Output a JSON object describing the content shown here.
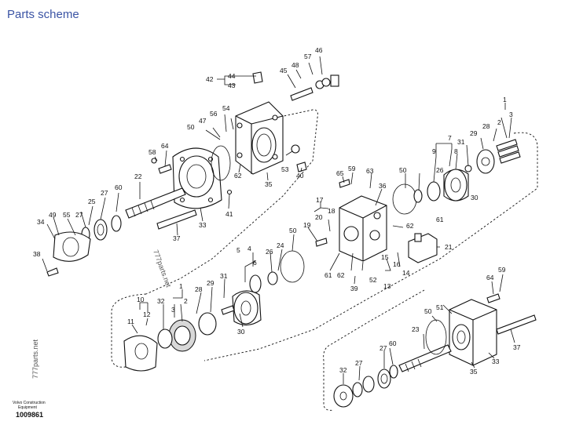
{
  "page": {
    "title": "Parts scheme"
  },
  "diagram": {
    "watermark_1": "777parts.net",
    "watermark_2": "777parts.net",
    "footer_brand_line1": "Volvo Construction",
    "footer_brand_line2": "Equipment",
    "drawing_number": "1009861",
    "callouts": {
      "c1a": "1",
      "c2a": "2",
      "c3a": "3",
      "c28a": "28",
      "c29a": "29",
      "c31a": "31",
      "c9a": "9",
      "c7a": "7",
      "c8a": "8",
      "c30a": "30",
      "c26a": "26",
      "c50a": "50",
      "c61a": "61",
      "c36": "36",
      "c63": "63",
      "c59a": "59",
      "c65": "65",
      "c62a": "62",
      "c21": "21",
      "c17": "17",
      "c20": "20",
      "c18": "18",
      "c19": "19",
      "c15": "15",
      "c16": "16",
      "c14": "14",
      "c13": "13",
      "c61b": "61",
      "c62b": "62",
      "c52": "52",
      "c39": "39",
      "c50b": "50",
      "c24": "24",
      "c4": "4",
      "c5": "5",
      "c6": "6",
      "c26b": "26",
      "c31b": "31",
      "c29b": "29",
      "c28b": "28",
      "c30b": "30",
      "c1b": "1",
      "c2b": "2",
      "c3b": "3",
      "c32a": "32",
      "c10": "10",
      "c12": "12",
      "c11": "11",
      "c42": "42",
      "c44": "44",
      "c43": "43",
      "c45": "45",
      "c48": "48",
      "c57": "57",
      "c46": "46",
      "c47": "47",
      "c56": "56",
      "c54": "54",
      "c50c": "50",
      "c62c": "62",
      "c53": "53",
      "c40": "40",
      "c35a": "35",
      "c58": "58",
      "c64a": "64",
      "c22": "22",
      "c60a": "60",
      "c27a": "27",
      "c25": "25",
      "c55": "55",
      "c49": "49",
      "c34": "34",
      "c38": "38",
      "c41": "41",
      "c33a": "33",
      "c37a": "37",
      "c64b": "64",
      "c59b": "59",
      "c51": "51",
      "c50d": "50",
      "c37b": "37",
      "c33b": "33",
      "c35b": "35",
      "c23": "23",
      "c60b": "60",
      "c27b": "27",
      "c27c": "27",
      "c32b": "32"
    }
  }
}
